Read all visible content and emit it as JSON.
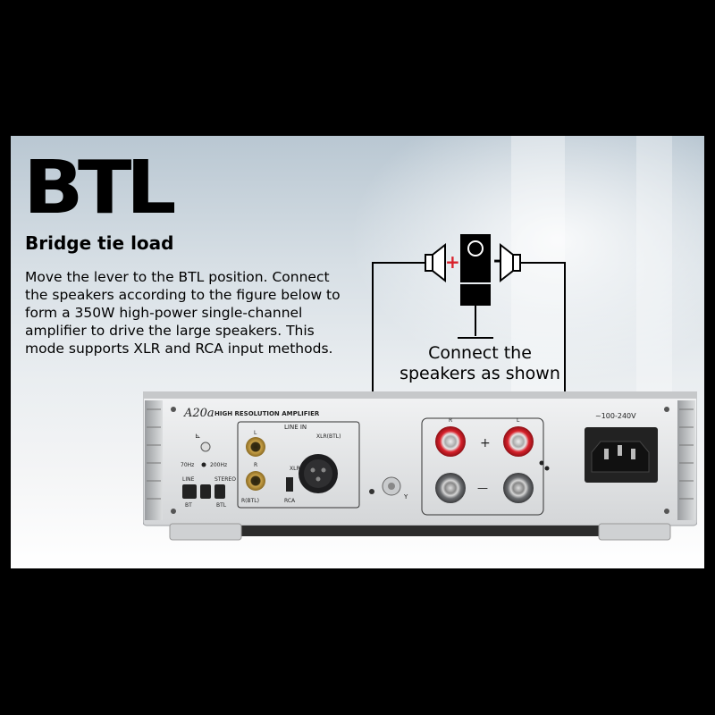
{
  "heading": {
    "title": "BTL",
    "subtitle": "Bridge tie load"
  },
  "description": "Move the lever to the BTL position. Connect the speakers according to the figure below to form a 350W high-power single-channel amplifier to drive the large speakers. This mode supports XLR and RCA input methods.",
  "diagram": {
    "caption_line1": "Connect the",
    "caption_line2": "speakers as shown",
    "plus": "+",
    "minus": "-"
  },
  "device": {
    "brand": "A20a",
    "model_label": "HIGH RESOLUTION AMPLIFIER",
    "line_in": "LINE IN",
    "xlr_btl": "XLR(BTL)",
    "xlr": "XLR",
    "rca": "RCA",
    "r_btl": "R(BTL)",
    "ch_l": "L",
    "ch_r": "R",
    "filter_low": "70Hz",
    "filter_high": "200Hz",
    "mode_line": "LINE",
    "mode_bt": "BT",
    "mode_stereo": "STEREO",
    "mode_btl": "BTL",
    "antenna": "Y",
    "terminal_r": "R",
    "terminal_l": "L",
    "term_plus": "+",
    "term_minus": "—",
    "voltage": "~100-240V"
  },
  "colors": {
    "red_accent": "#d9212b",
    "chassis": "#e6e7e9",
    "background": "#000000"
  }
}
